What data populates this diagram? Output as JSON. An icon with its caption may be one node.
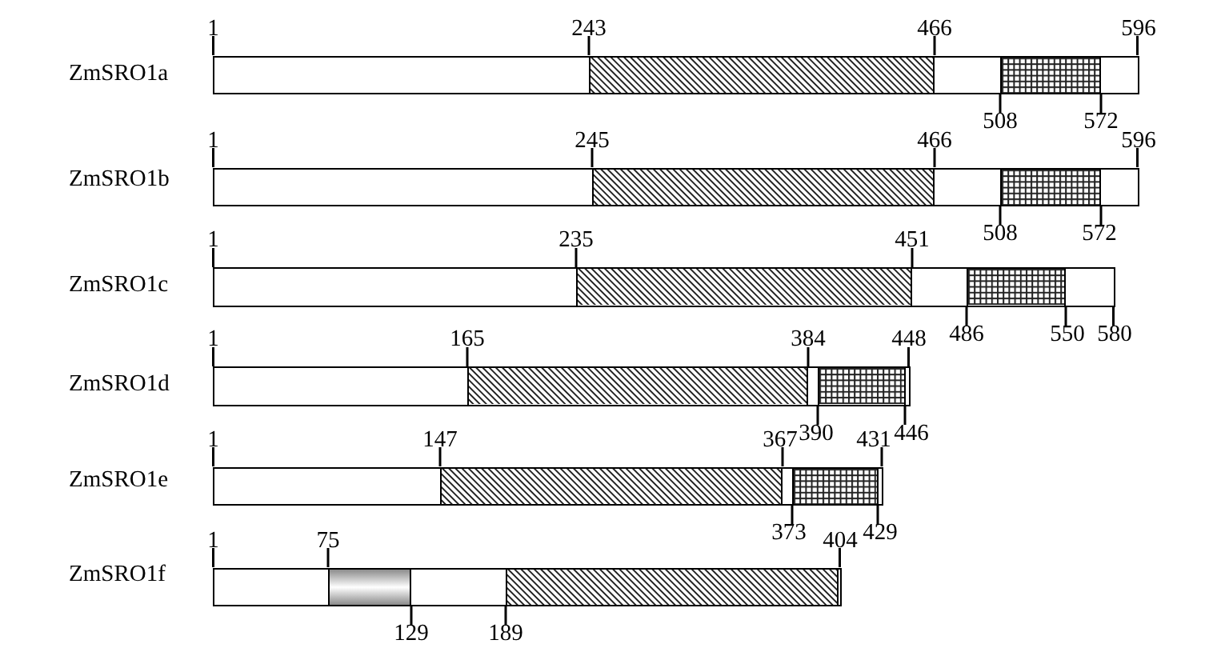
{
  "diagram": {
    "nodes": [
      {
        "text": [
          "ZmSRO1a"
        ],
        "beside": [
          "1",
          "596"
        ]
      },
      {
        "text": [],
        "shape": "box",
        "in": 0,
        "beside": [
          "243",
          "466"
        ]
      },
      {
        "text": [],
        "shape": "box",
        "in": 0,
        "beside": [
          "508",
          "572"
        ]
      },
      {
        "text": [
          "ZmSRO1b"
        ],
        "beside": [
          "1",
          "596"
        ]
      },
      {
        "text": [],
        "shape": "box",
        "in": 3,
        "beside": [
          "245",
          "466"
        ]
      },
      {
        "text": [],
        "shape": "box",
        "in": 3,
        "beside": [
          "508",
          "572"
        ]
      },
      {
        "text": [
          "ZmSRO1c"
        ],
        "beside": [
          "1",
          "580"
        ]
      },
      {
        "text": [],
        "shape": "box",
        "in": 6,
        "beside": [
          "235",
          "451"
        ]
      },
      {
        "text": [],
        "shape": "box",
        "in": 6,
        "beside": [
          "486",
          "550"
        ]
      },
      {
        "text": [
          "ZmSRO1d"
        ],
        "beside": [
          "1",
          "448"
        ]
      },
      {
        "text": [],
        "shape": "box",
        "in": 9,
        "beside": [
          "165",
          "384"
        ]
      },
      {
        "text": [],
        "shape": "box",
        "in": 9,
        "beside": [
          "390",
          "446"
        ]
      },
      {
        "text": [
          "ZmSRO1e"
        ],
        "beside": [
          "1",
          "431"
        ]
      },
      {
        "text": [],
        "shape": "box",
        "in": 12,
        "beside": [
          "147",
          "367"
        ]
      },
      {
        "text": [],
        "shape": "box",
        "in": 12,
        "beside": [
          "373",
          "429"
        ]
      },
      {
        "text": [
          "ZmSRO1f"
        ],
        "beside": [
          "1"
        ]
      },
      {
        "text": [],
        "shape": "box",
        "in": 15,
        "beside": [
          "75",
          "129"
        ]
      },
      {
        "text": [],
        "shape": "box",
        "in": 15,
        "beside": [
          "404",
          "189"
        ]
      }
    ]
  }
}
